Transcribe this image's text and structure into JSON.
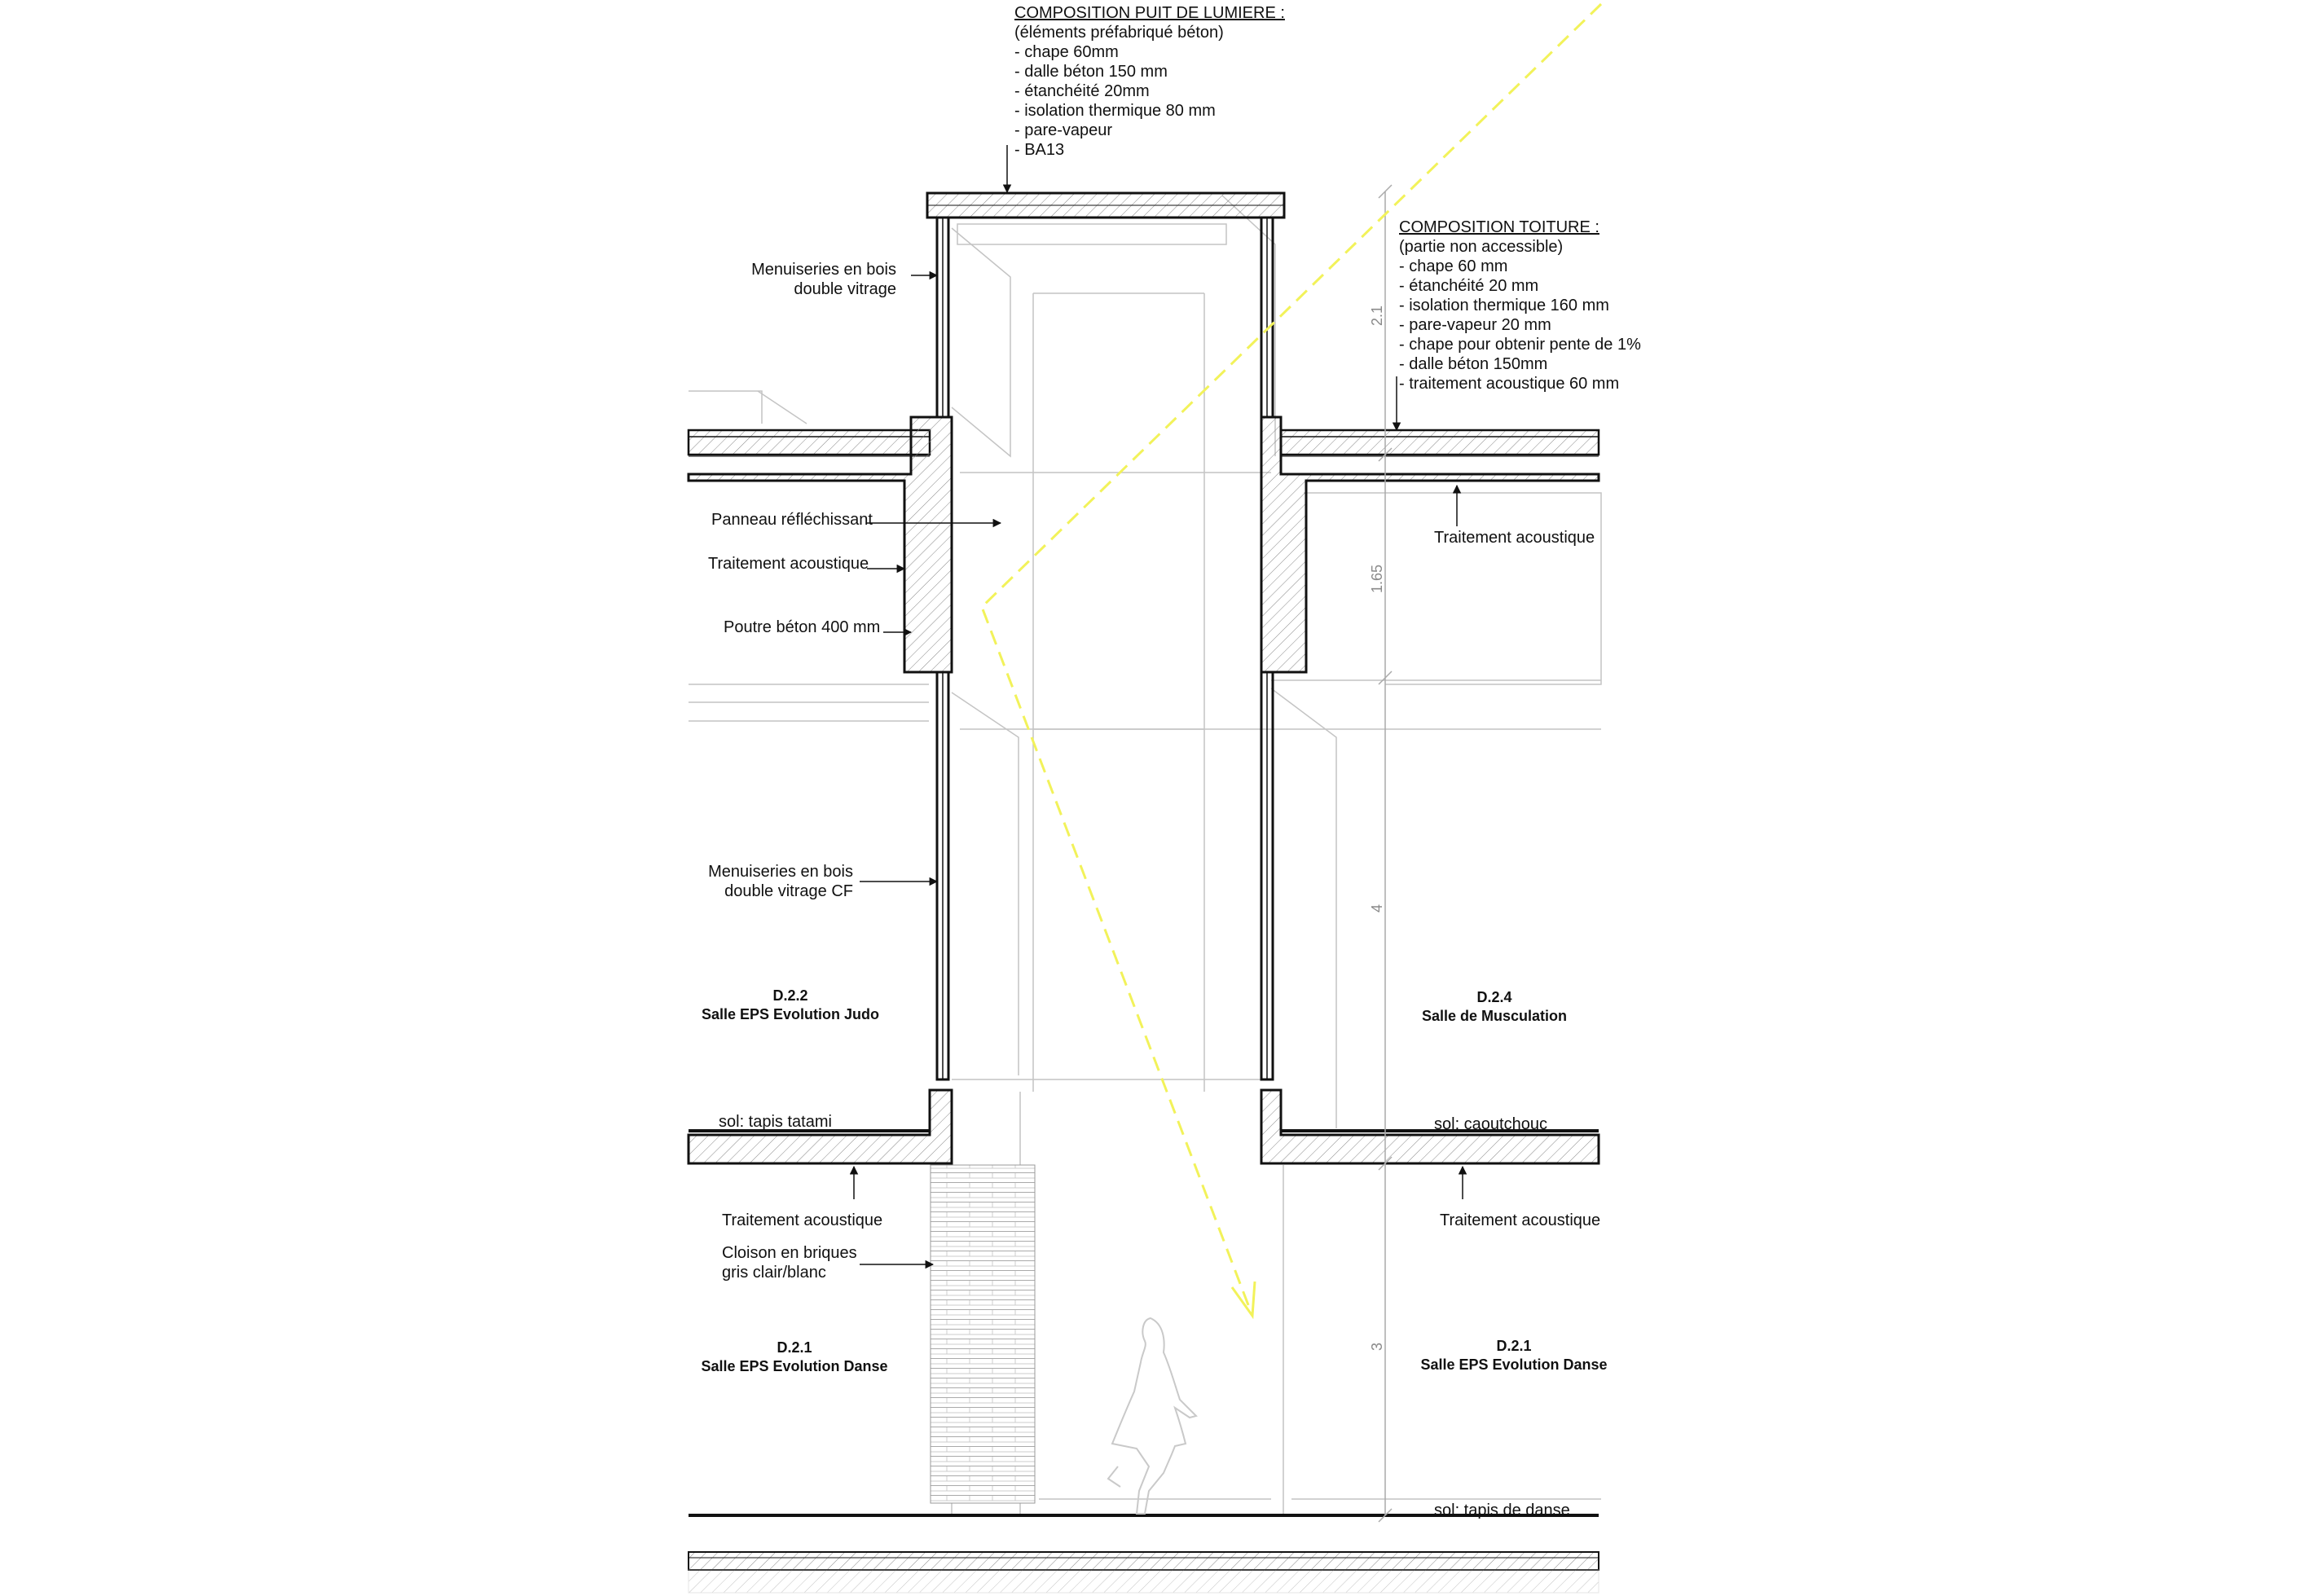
{
  "title": {
    "line1": "COMPOSITION PUIT DE LUMIERE :",
    "line2": "(éléments préfabriqué béton)"
  },
  "light_well_layers": [
    "- chape 60mm",
    "- dalle béton 150 mm",
    "- étanchéité 20mm",
    "- isolation thermique  80 mm",
    "- pare-vapeur",
    "- BA13"
  ],
  "roof": {
    "line1": "COMPOSITION TOITURE :",
    "line2": "(partie non accessible)",
    "layers": [
      "- chape 60 mm",
      "- étanchéité 20 mm",
      "- isolation thermique 160 mm",
      "- pare-vapeur 20 mm",
      "- chape pour obtenir pente de 1%",
      "- dalle béton 150mm",
      "- traitement acoustique 60 mm"
    ]
  },
  "labels": {
    "menuiseries_top_1": "Menuiseries en bois",
    "menuiseries_top_2": "double vitrage",
    "panneau": "Panneau réfléchissant",
    "traitement_left": "Traitement acoustique",
    "poutre": "Poutre béton 400 mm",
    "traitement_right_upper": "Traitement acoustique",
    "menuiseries_cf_1": "Menuiseries en bois",
    "menuiseries_cf_2": "double vitrage CF",
    "sol_tatami": "sol: tapis tatami",
    "sol_caoutchouc": "sol: caoutchouc",
    "traitement_bottom_left": "Traitement acoustique",
    "traitement_bottom_right": "Traitement acoustique",
    "cloison_1": "Cloison en briques",
    "cloison_2": "gris clair/blanc",
    "sol_danse": "sol: tapis de danse"
  },
  "rooms": {
    "judo_code": "D.2.2",
    "judo_name": "Salle EPS Evolution Judo",
    "muscu_code": "D.2.4",
    "muscu_name": "Salle de Musculation",
    "danse_left_code": "D.2.1",
    "danse_left_name": "Salle EPS Evolution Danse",
    "danse_right_code": "D.2.1",
    "danse_right_name": "Salle EPS Evolution Danse"
  },
  "dimensions": {
    "d1": "2.1",
    "d2": "1.65",
    "d3": "4",
    "d4": "3"
  },
  "colors": {
    "light_ray": "#f2f25a",
    "structure": "#111111",
    "background_lines": "#b9b9b9"
  }
}
